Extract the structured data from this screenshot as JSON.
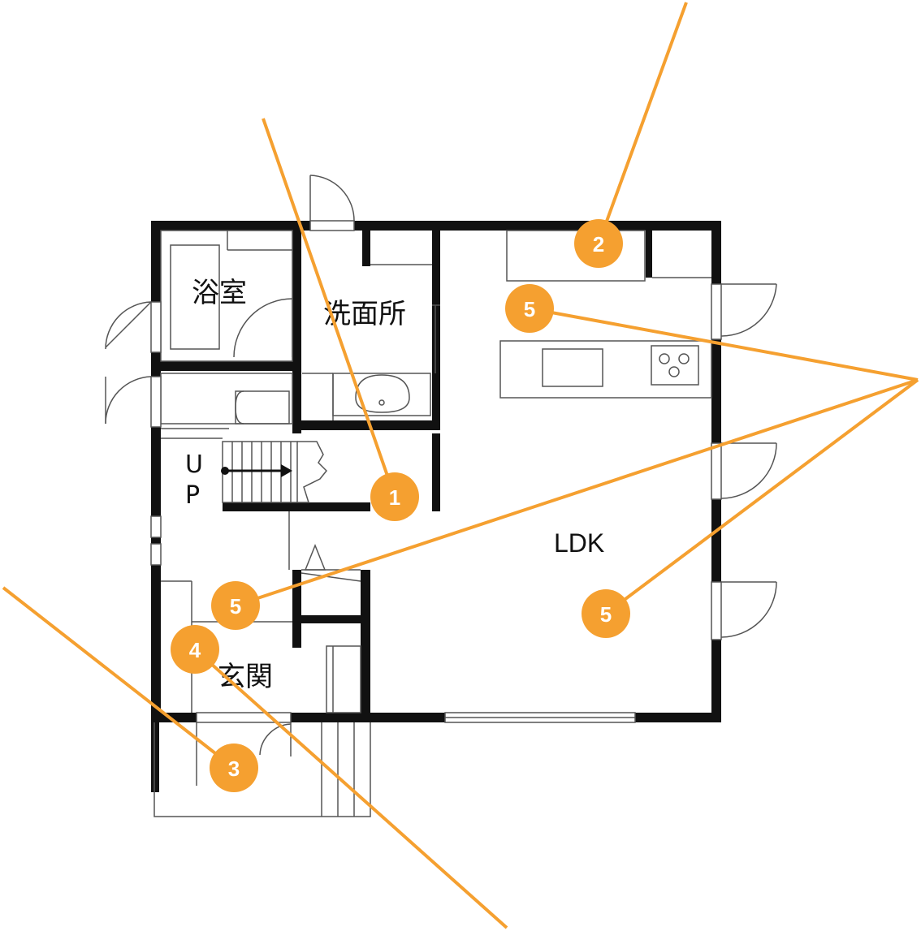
{
  "rooms": {
    "bath": "浴室",
    "washroom": "洗面所",
    "ldk": "LDK",
    "entrance": "玄関"
  },
  "stairs": {
    "up_u": "U",
    "up_p": "P"
  },
  "callouts": [
    {
      "id": "1",
      "label": "1"
    },
    {
      "id": "2",
      "label": "2"
    },
    {
      "id": "3",
      "label": "3"
    },
    {
      "id": "4",
      "label": "4"
    },
    {
      "id": "5a",
      "label": "5"
    },
    {
      "id": "5b",
      "label": "5"
    },
    {
      "id": "5c",
      "label": "5"
    }
  ],
  "colors": {
    "accent": "#f5a030",
    "wall": "#111111"
  }
}
